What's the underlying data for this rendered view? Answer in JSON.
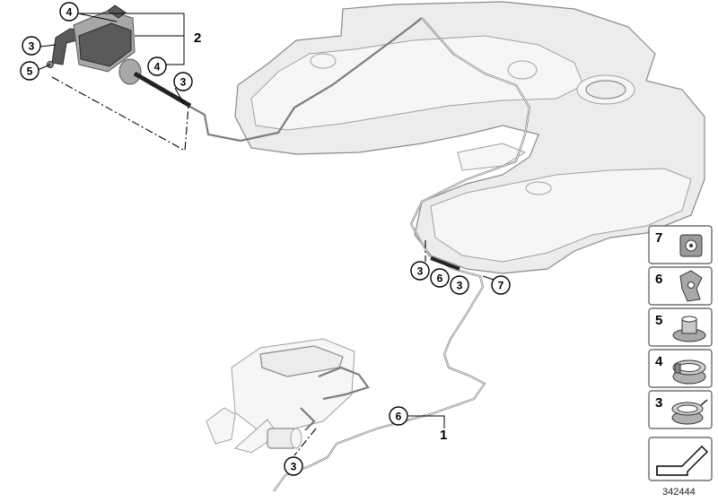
{
  "callouts": {
    "pump_top_4": "4",
    "pump_side_3": "3",
    "pump_side_5": "5",
    "pump_bottom_4": "4",
    "pump_hose_3": "3",
    "mid_3a": "3",
    "mid_6": "6",
    "mid_3b": "3",
    "mid_7": "7",
    "lower_6": "6",
    "lower_3": "3"
  },
  "labels": {
    "assembly_2": "2",
    "line_1": "1"
  },
  "legend": {
    "items": [
      {
        "number": "7",
        "icon": "clip-holder-icon"
      },
      {
        "number": "6",
        "icon": "pipe-clip-icon"
      },
      {
        "number": "5",
        "icon": "grommet-icon"
      },
      {
        "number": "4",
        "icon": "hose-clamp-icon"
      },
      {
        "number": "3",
        "icon": "spring-clamp-icon"
      }
    ],
    "arrow_icon": "assembly-arrow-icon"
  },
  "diagram_id": "342444"
}
